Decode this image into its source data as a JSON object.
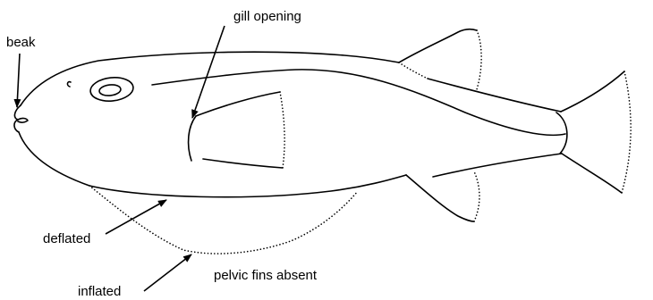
{
  "labels": {
    "beak": "beak",
    "gill_opening": "gill opening",
    "deflated": "deflated",
    "inflated": "inflated",
    "pelvic_fins_absent": "pelvic fins absent"
  }
}
